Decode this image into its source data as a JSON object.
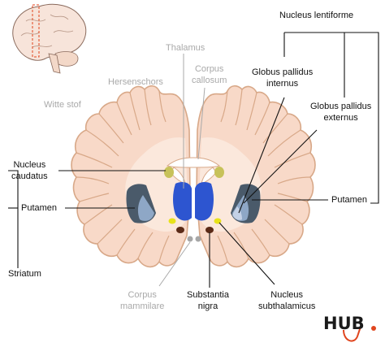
{
  "labels": {
    "nucleus_lentiforme": "Nucleus lentiforme",
    "thalamus": "Thalamus",
    "corpus_callosum": "Corpus\ncallosum",
    "hersenschors": "Hersenschors",
    "witte_stof": "Witte stof",
    "globus_pallidus_internus": "Globus pallidus\ninternus",
    "globus_pallidus_externus": "Globus pallidus\nexternus",
    "nucleus_caudatus": "Nucleus\ncaudatus",
    "putamen_left": "Putamen",
    "putamen_right": "Putamen",
    "striatum": "Striatum",
    "corpus_mammilare": "Corpus\nmammilare",
    "substantia_nigra": "Substantia\nnigra",
    "nucleus_subthalamicus": "Nucleus\nsubthalamicus"
  },
  "logo": {
    "text": "HUB"
  },
  "colors": {
    "brain_fill": "#f8d9c8",
    "brain_outline": "#d8a888",
    "white_matter": "#fbe8dc",
    "thalamus": "#2d55d0",
    "putamen": "#4a5a6a",
    "globus_pallidus": "#8ea7c6",
    "nucleus_caudatus": "#c7c25a",
    "subthalamic": "#e7e21a",
    "substantia_nigra": "#5b2a17",
    "mammillary": "#a6a6a6",
    "leader_line": "#111111",
    "logo_accent": "#e0461f"
  }
}
